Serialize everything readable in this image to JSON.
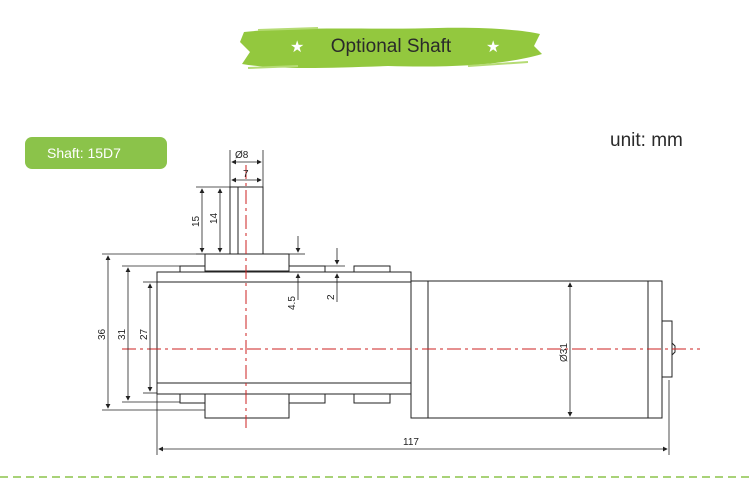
{
  "banner": {
    "title": "Optional Shaft",
    "star": "★"
  },
  "badge": {
    "label": "Shaft: 15D7"
  },
  "unit": {
    "label": "unit: mm"
  },
  "dimensions": {
    "shaft_diameter": "Ø8",
    "flat_width": "7",
    "shaft_length_15": "15",
    "shaft_length_14": "14",
    "offset_45": "4.5",
    "offset_2": "2",
    "height_36": "36",
    "height_31": "31",
    "height_27": "27",
    "motor_diameter": "Ø31",
    "total_length": "117"
  },
  "colors": {
    "accent_green": "#8bc34a",
    "centerline_red": "#cc2222",
    "line": "#222222"
  }
}
